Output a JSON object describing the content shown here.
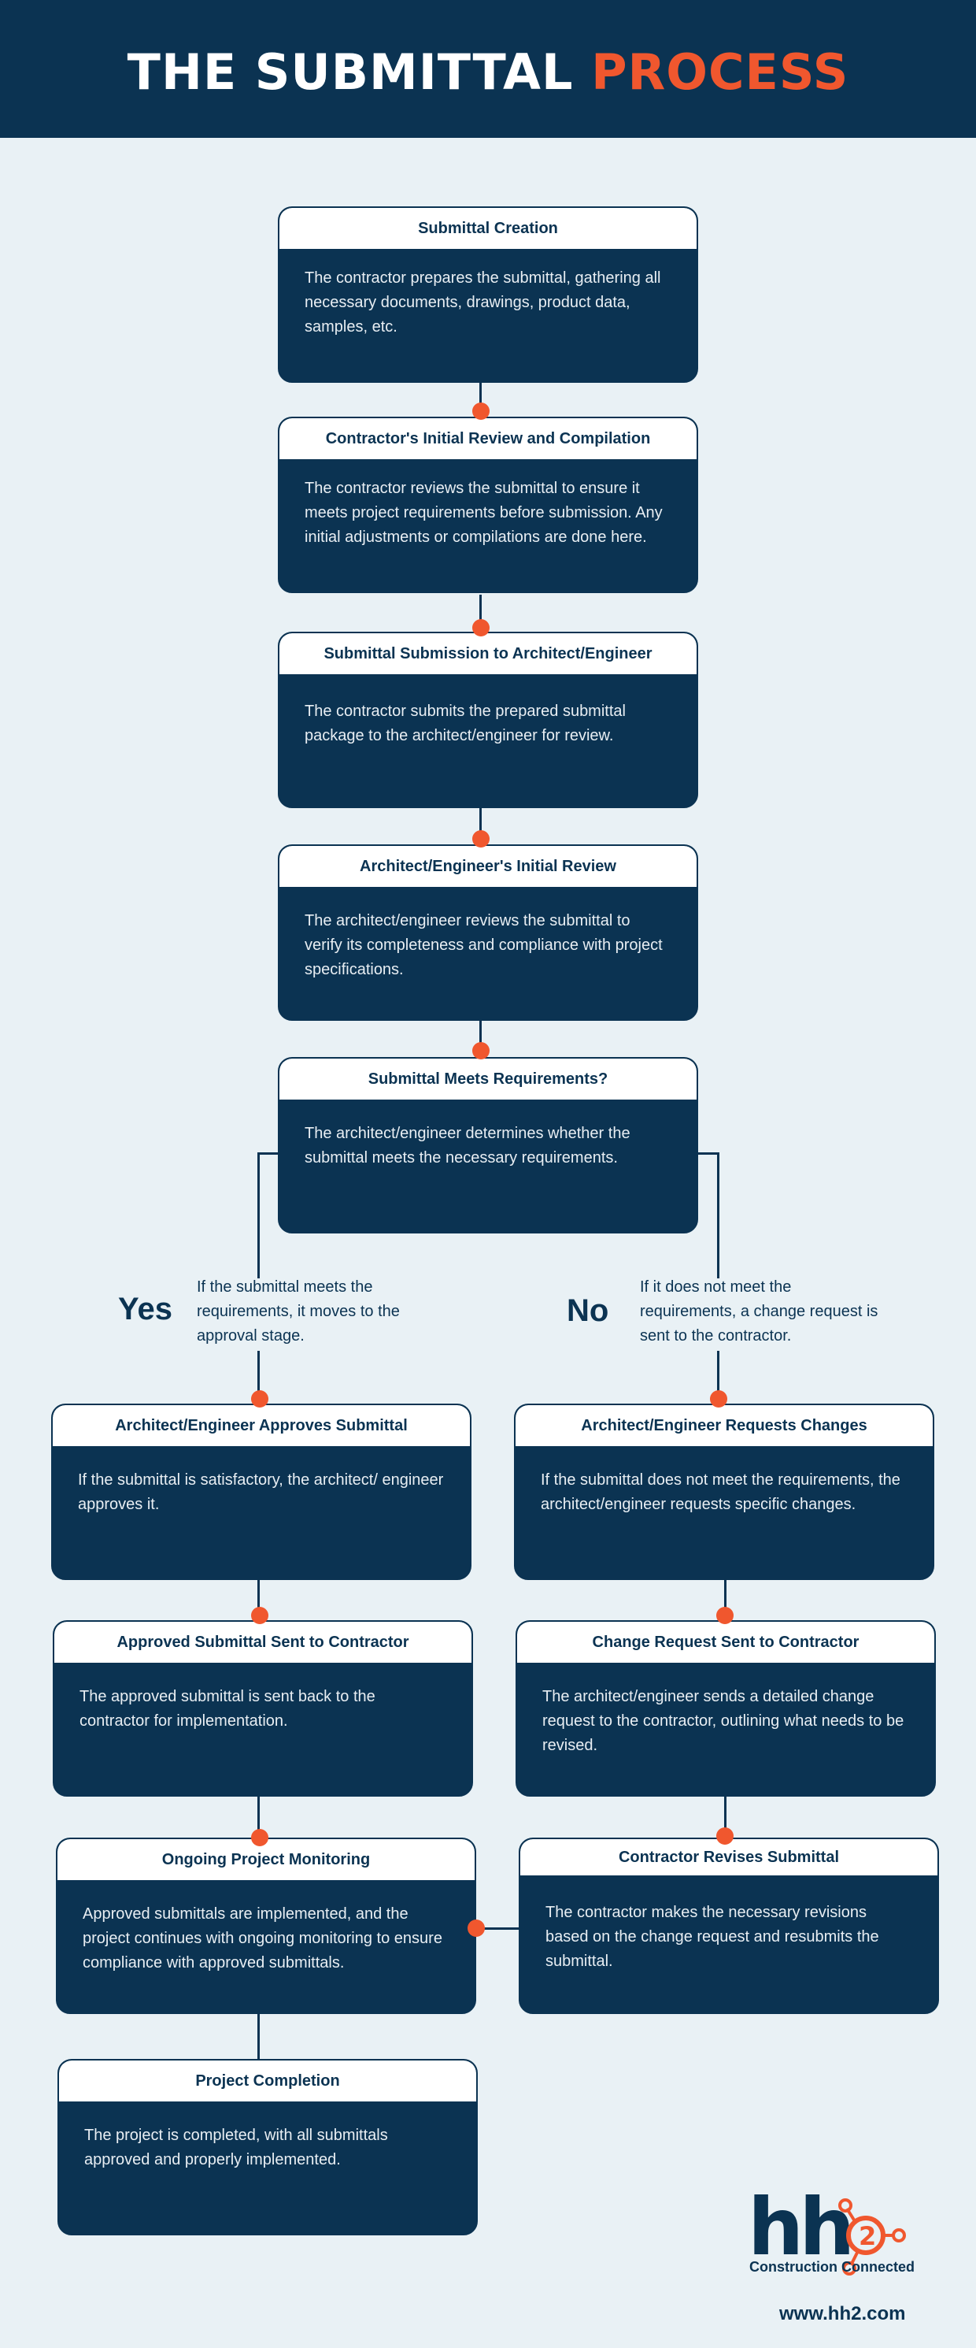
{
  "header": {
    "title_main": "THE SUBMITTAL ",
    "title_accent": "PROCESS"
  },
  "steps": [
    {
      "title": "Submittal Creation",
      "body": "The contractor prepares the submittal, gathering all necessary documents, drawings, product data, samples, etc."
    },
    {
      "title": "Contractor's Initial Review and Compilation",
      "body": "The contractor reviews the submittal to ensure it meets project requirements before submission. Any initial adjustments or compilations are done here."
    },
    {
      "title": "Submittal Submission to Architect/Engineer",
      "body": "The contractor submits the prepared submittal package to the architect/engineer for review."
    },
    {
      "title": "Architect/Engineer's Initial Review",
      "body": "The architect/engineer reviews the submittal to verify its completeness and compliance with project specifications."
    },
    {
      "title": "Submittal Meets Requirements?",
      "body": "The architect/engineer determines whether the submittal meets the necessary requirements."
    }
  ],
  "yes_branch": {
    "label": "Yes",
    "text": "If the submittal meets the requirements, it moves to the approval stage.",
    "steps": [
      {
        "title": "Architect/Engineer Approves Submittal",
        "body": "If the submittal is satisfactory, the architect/ engineer approves it."
      },
      {
        "title": "Approved Submittal Sent to Contractor",
        "body": "The approved submittal is sent back to the contractor for implementation."
      },
      {
        "title": "Ongoing Project Monitoring",
        "body": "Approved submittals are implemented, and the project continues with ongoing monitoring to ensure compliance with approved submittals."
      },
      {
        "title": "Project Completion",
        "body": "The project is completed, with all submittals approved and properly implemented."
      }
    ]
  },
  "no_branch": {
    "label": "No",
    "text": "If it does not meet the requirements, a change request is sent to the contractor.",
    "steps": [
      {
        "title": "Architect/Engineer Requests Changes",
        "body": "If the submittal does not meet the requirements, the architect/engineer requests specific changes."
      },
      {
        "title": "Change Request Sent to Contractor",
        "body": "The architect/engineer sends a detailed change request to the contractor, outlining what needs to be revised."
      },
      {
        "title": "Contractor Revises Submittal",
        "body": "The contractor makes the necessary revisions based on the change request and resubmits the submittal."
      }
    ]
  },
  "footer": {
    "logo_text": "hh",
    "logo_number": "2",
    "logo_tagline": "Construction Connected",
    "website": "www.hh2.com"
  },
  "colors": {
    "navy": "#0b3352",
    "orange": "#f0572e",
    "background": "#e9f1f5"
  }
}
